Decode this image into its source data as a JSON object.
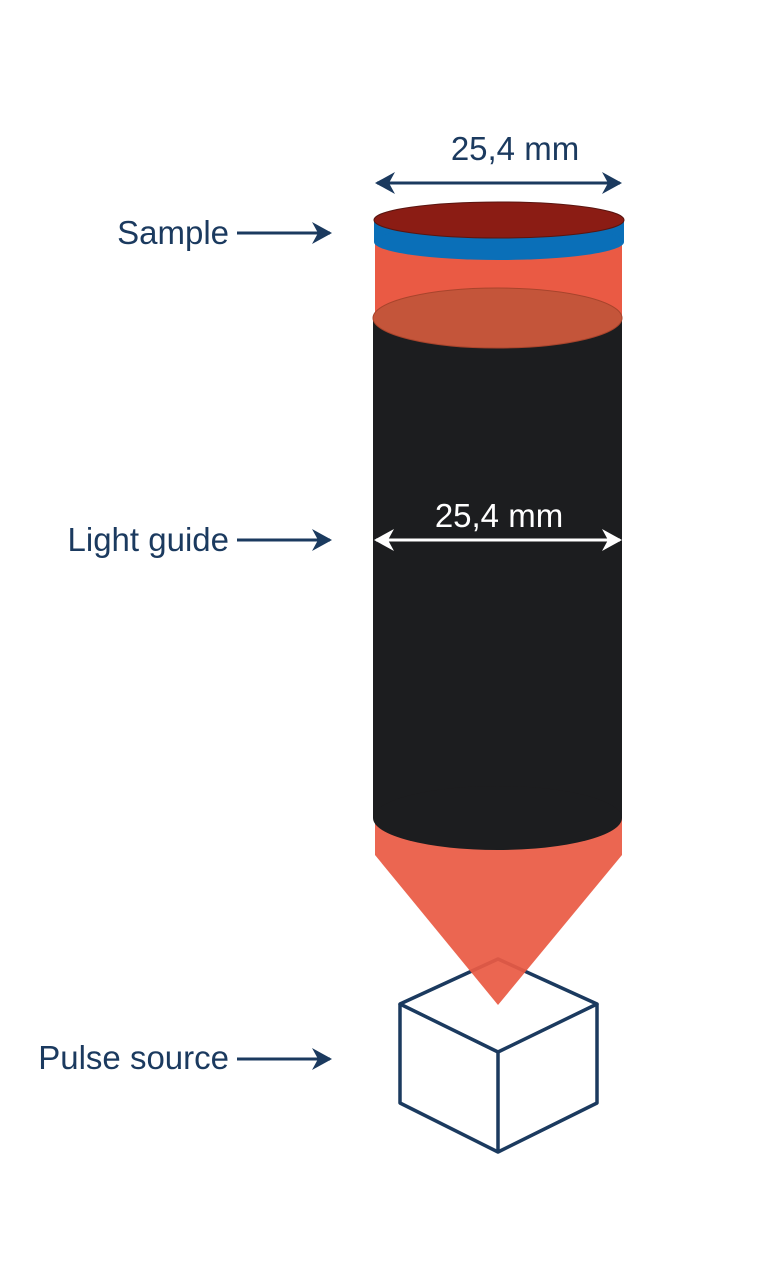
{
  "labels": {
    "sample": "Sample",
    "light_guide": "Light guide",
    "pulse_source": "Pulse source"
  },
  "dimensions": {
    "sample_width": "25,4 mm",
    "light_guide_width": "25,4 mm"
  },
  "colors": {
    "navy": "#1b3a5f",
    "sample_top": "#8b1c14",
    "sample_band": "#0a6fb8",
    "light": "#ea5a44",
    "guide": "#1c1d1f"
  }
}
